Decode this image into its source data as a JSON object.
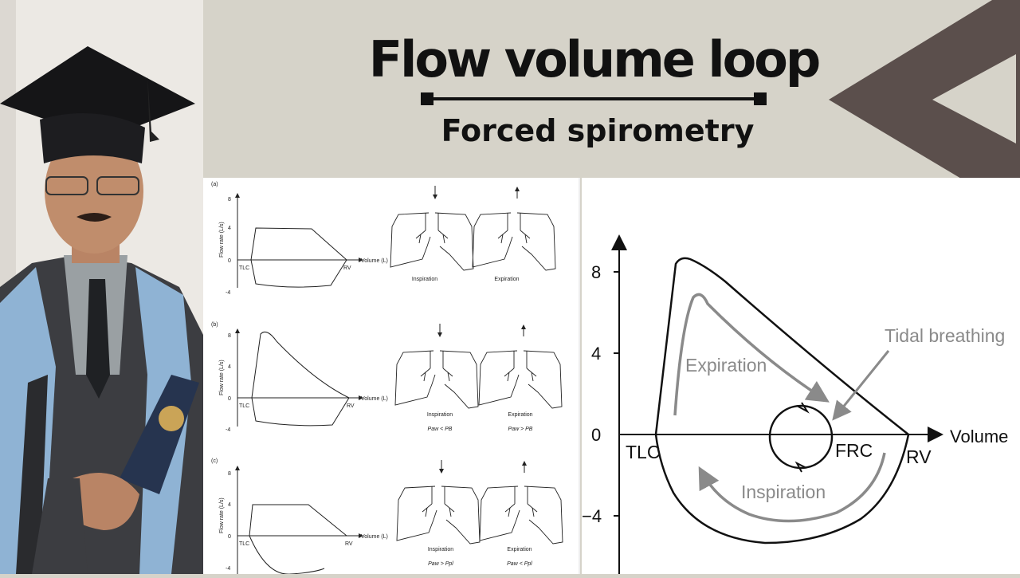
{
  "header": {
    "title": "Flow volume loop",
    "subtitle": "Forced spirometry"
  },
  "colors": {
    "background": "#d6d3c9",
    "accent": "#5b4f4c",
    "text": "#111111"
  },
  "left_figure": {
    "panels": [
      {
        "letter": "(a)",
        "y_axis": "Flow rate (L/s)",
        "x_axis": "Volume (L)",
        "ticks": [
          "8",
          "4",
          "0",
          "-4"
        ],
        "tlc": "TLC",
        "rv": "RV",
        "labels": [
          "Inspiration",
          "Expiration"
        ],
        "relations": [
          "",
          ""
        ]
      },
      {
        "letter": "(b)",
        "y_axis": "Flow rate (L/s)",
        "x_axis": "Volume (L)",
        "ticks": [
          "8",
          "4",
          "0",
          "-4"
        ],
        "tlc": "TLC",
        "rv": "RV",
        "labels": [
          "Inspiration",
          "Expiration"
        ],
        "relations": [
          "Paw < PB",
          "Paw > PB"
        ]
      },
      {
        "letter": "(c)",
        "y_axis": "Flow rate (L/s)",
        "x_axis": "Volume (L)",
        "ticks": [
          "8",
          "4",
          "0",
          "-4"
        ],
        "tlc": "TLC",
        "rv": "RV",
        "labels": [
          "Inspiration",
          "Expiration"
        ],
        "relations": [
          "Paw > Ppl",
          "Paw < Ppl"
        ]
      }
    ]
  },
  "right_figure": {
    "ticks": [
      "8",
      "4",
      "0",
      "−4"
    ],
    "x_axis": "Volume",
    "tlc": "TLC",
    "rv": "RV",
    "frc": "FRC",
    "expiration": "Expiration",
    "inspiration": "Inspiration",
    "tidal": "Tidal breathing"
  }
}
